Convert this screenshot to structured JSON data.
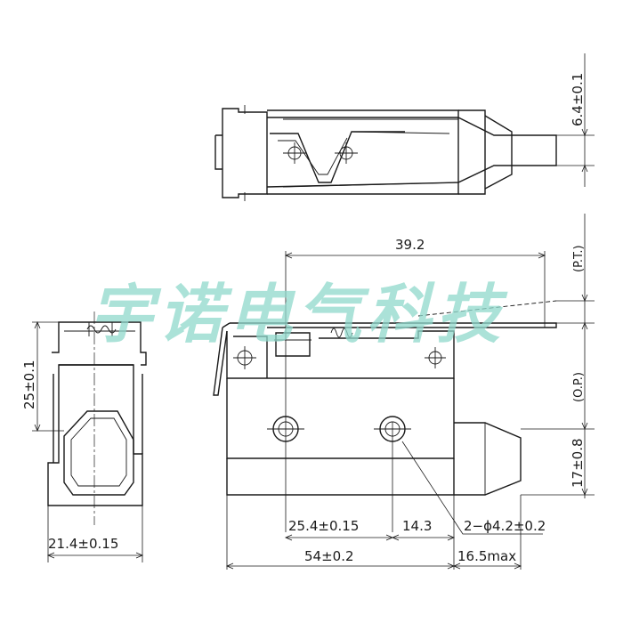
{
  "watermark": "宇诺电气科技",
  "dimensions": {
    "thickness": "6.4±0.1",
    "lever_length": "39.2",
    "pretravel": "(P.T.)",
    "operating_position": "(O.P.)",
    "height": "25±0.1",
    "width": "21.4±0.15",
    "plunger_height": "17±0.8",
    "hole_spacing": "25.4±0.15",
    "hole_offset": "14.3",
    "holes": "2−ϕ4.2±0.2",
    "body_length": "54±0.2",
    "plunger_length": "16.5max"
  },
  "colors": {
    "line": "#1a1a1a",
    "watermark": "#8fd9cc"
  }
}
